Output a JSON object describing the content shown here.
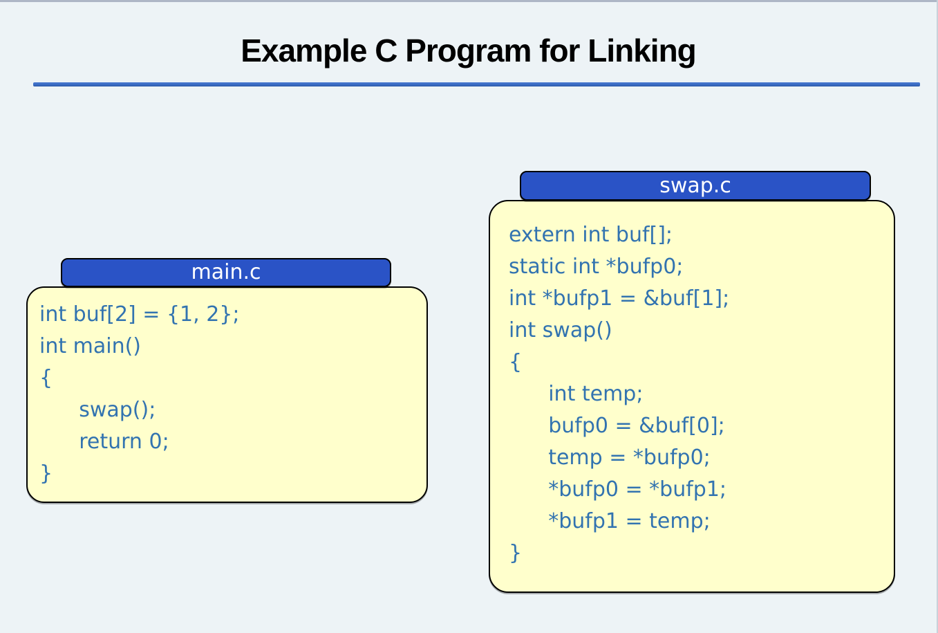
{
  "page": {
    "title": "Example C Program for Linking",
    "colors": {
      "background": "#edf3f6",
      "top_strip": "#aeb6c6",
      "rule": "#3a6cc4",
      "tab_fill": "#2a53c6",
      "tab_text": "#ffffff",
      "box_fill": "#ffffcc",
      "box_border": "#000000",
      "code_text": "#3273b0",
      "title_text": "#000000"
    }
  },
  "files": [
    {
      "name": "main.c",
      "code_lines": [
        "int buf[2] = {1, 2};",
        "int main()",
        "{",
        "      swap();",
        "      return 0;",
        "}"
      ]
    },
    {
      "name": "swap.c",
      "code_lines": [
        "extern int buf[];",
        "static int *bufp0;",
        "int *bufp1 = &buf[1];",
        "int swap()",
        "{",
        "      int temp;",
        "      bufp0 = &buf[0];",
        "      temp = *bufp0;",
        "      *bufp0 = *bufp1;",
        "      *bufp1 = temp;",
        "}"
      ]
    }
  ]
}
